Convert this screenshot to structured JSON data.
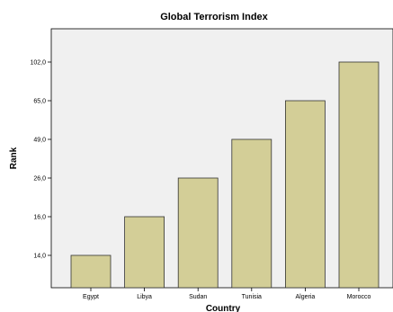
{
  "chart_data": {
    "type": "bar",
    "title": "Global Terrorism Index",
    "xlabel": "Country",
    "ylabel": "Rank",
    "categories": [
      "Egypt",
      "Libya",
      "Sudan",
      "Tunisia",
      "Algeria",
      "Morocco"
    ],
    "values": [
      "14,0",
      "16,0",
      "26,0",
      "49,0",
      "65,0",
      "102,0"
    ],
    "y_axis_type": "categorical",
    "y_ticks": [
      "14,0",
      "16,0",
      "26,0",
      "49,0",
      "65,0",
      "102,0"
    ],
    "grid": false,
    "legend": "none",
    "colors": {
      "bar_fill": "#D3CE97",
      "bar_stroke": "#333333",
      "plot_background": "#F0F0F0",
      "axis": "#000000"
    }
  }
}
